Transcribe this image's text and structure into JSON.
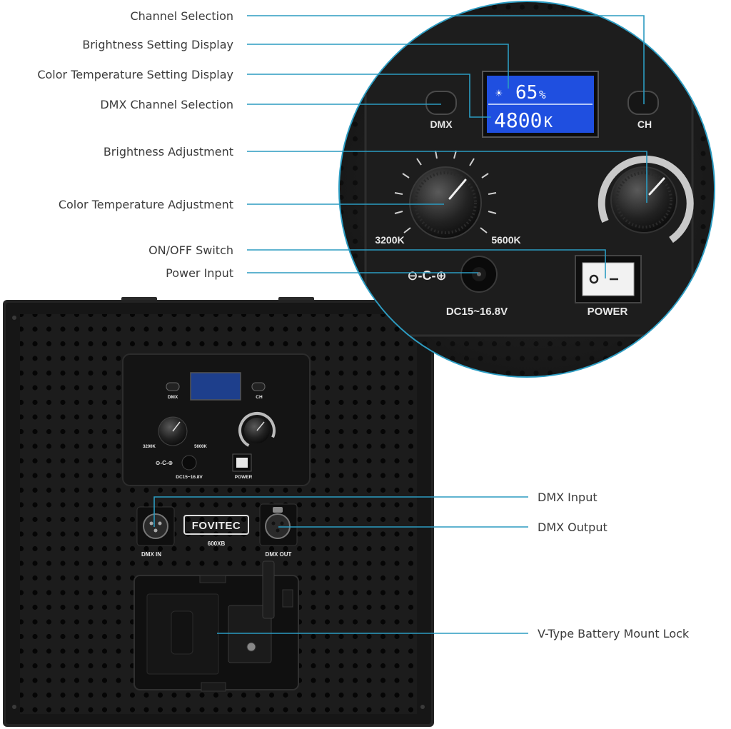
{
  "callouts_left": [
    "Channel Selection",
    "Brightness Setting Display",
    "Color Temperature Setting Display",
    "DMX Channel Selection",
    "Brightness Adjustment",
    "Color Temperature Adjustment",
    "ON/OFF Switch",
    "Power Input"
  ],
  "callouts_right": [
    "DMX Input",
    "DMX Output",
    "V-Type Battery Mount Lock"
  ],
  "zoom_panel": {
    "dmx_label": "DMX",
    "ch_label": "CH",
    "lcd_brightness": "65",
    "lcd_brightness_unit": "%",
    "lcd_color_temp": "4800",
    "lcd_color_temp_unit": "K",
    "knob_min_label": "3200K",
    "knob_max_label": "5600K",
    "dc_label": "DC15~16.8V",
    "power_label": "POWER"
  },
  "device": {
    "brand": "FOVITEC",
    "model": "600XB",
    "dmx_in_label": "DMX IN",
    "dmx_out_label": "DMX OUT",
    "dmx_label": "DMX",
    "ch_label": "CH",
    "knob_min_label": "3200K",
    "knob_max_label": "5600K",
    "dc_label": "DC15~16.8V",
    "power_label": "POWER"
  },
  "colors": {
    "leader": "#2b9bc1",
    "lcd_blue": "#1f4fe0",
    "panel_black": "#1b1b1b"
  }
}
